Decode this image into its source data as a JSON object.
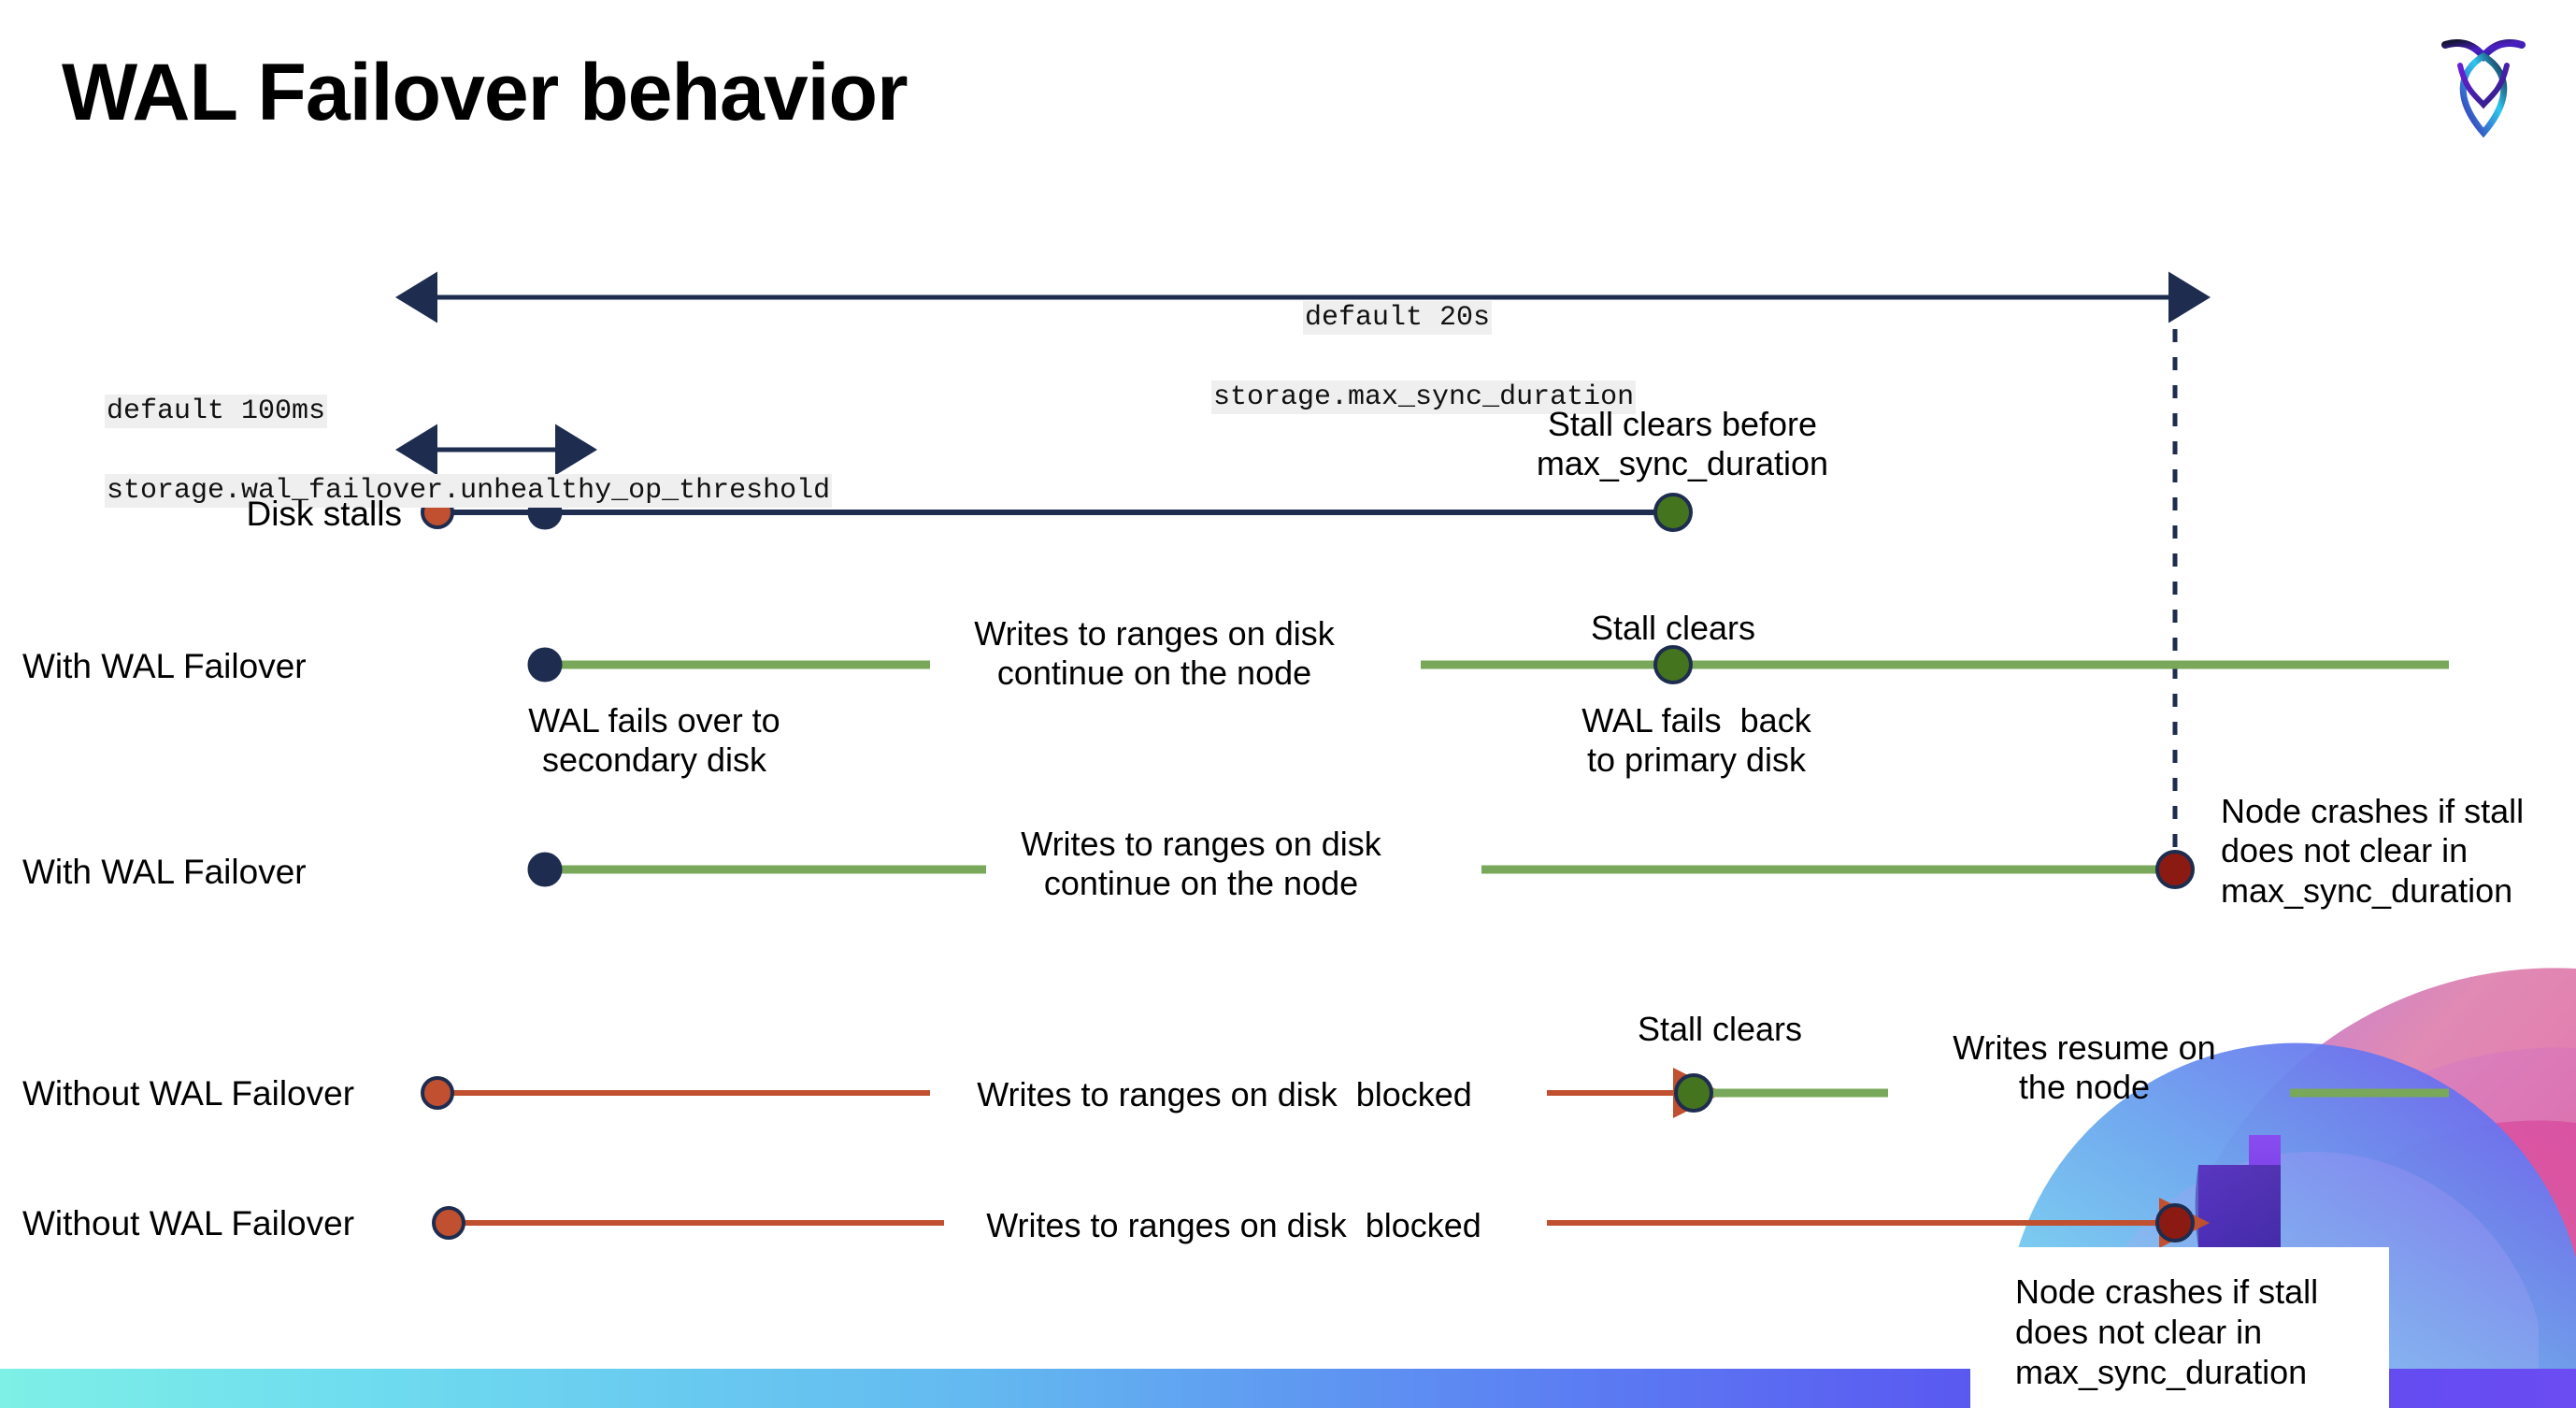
{
  "slide": {
    "title": "WAL Failover behavior",
    "logo_name": "cockroachdb-logo"
  },
  "colors": {
    "navy": "#1e2d4f",
    "green_line": "#7aa85a",
    "green_dot": "#45741f",
    "orange_line": "#c0502f",
    "orange_dot": "#c0502f",
    "dark_red_dot": "#8b1a12",
    "code_bg": "#efefef"
  },
  "annotations": {
    "max_sync": {
      "line1": "default 20s",
      "line2": "storage.max_sync_duration"
    },
    "unhealthy_op": {
      "line1": "default 100ms",
      "line2": "storage.wal_failover.unhealthy_op_threshold"
    }
  },
  "rows": [
    {
      "id": "disk-stalls",
      "label": "Disk stalls",
      "notes": [
        {
          "id": "stall-clears-before",
          "text": "Stall clears before\nmax_sync_duration"
        }
      ]
    },
    {
      "id": "with-wal-failover-1",
      "label": "With WAL Failover",
      "notes": [
        {
          "id": "writes-continue-1",
          "text": "Writes to ranges on disk\ncontinue on the node"
        },
        {
          "id": "stall-clears-1",
          "text": "Stall clears"
        },
        {
          "id": "wal-fails-over",
          "text": "WAL fails over to\nsecondary disk"
        },
        {
          "id": "wal-fails-back",
          "text": "WAL fails  back\nto primary disk"
        }
      ]
    },
    {
      "id": "with-wal-failover-2",
      "label": "With WAL Failover",
      "notes": [
        {
          "id": "writes-continue-2",
          "text": "Writes to ranges on disk\ncontinue on the node"
        },
        {
          "id": "node-crashes-1",
          "text": "Node crashes if stall\ndoes not clear in\nmax_sync_duration"
        }
      ]
    },
    {
      "id": "without-wal-failover-1",
      "label": "Without WAL Failover",
      "notes": [
        {
          "id": "writes-blocked-1",
          "text": "Writes to ranges on disk  blocked"
        },
        {
          "id": "stall-clears-2",
          "text": "Stall clears"
        },
        {
          "id": "writes-resume",
          "text": "Writes resume on\nthe node"
        }
      ]
    },
    {
      "id": "without-wal-failover-2",
      "label": "Without WAL Failover",
      "notes": [
        {
          "id": "writes-blocked-2",
          "text": "Writes to ranges on disk  blocked"
        },
        {
          "id": "node-crashes-2",
          "text": "Node crashes if stall\ndoes not clear in\nmax_sync_duration"
        }
      ]
    }
  ],
  "text": {
    "disk_stalls_label": "Disk stalls",
    "with_wal_1_label": "With WAL Failover",
    "with_wal_2_label": "With WAL Failover",
    "without_wal_1_label": "Without WAL Failover",
    "without_wal_2_label": "Without WAL Failover",
    "stall_clears_before": "Stall clears before\nmax_sync_duration",
    "writes_continue_1": "Writes to ranges on disk\ncontinue on the node",
    "writes_continue_2": "Writes to ranges on disk\ncontinue on the node",
    "stall_clears_1": "Stall clears",
    "stall_clears_2": "Stall clears",
    "wal_fails_over": "WAL fails over to\nsecondary disk",
    "wal_fails_back": "WAL fails  back\nto primary disk",
    "node_crashes_1": "Node crashes if stall\ndoes not clear in\nmax_sync_duration",
    "node_crashes_2": "Node crashes if stall\ndoes not clear in\nmax_sync_duration",
    "writes_blocked_1": "Writes to ranges on disk  blocked",
    "writes_blocked_2": "Writes to ranges on disk  blocked",
    "writes_resume": "Writes resume on\nthe node"
  }
}
